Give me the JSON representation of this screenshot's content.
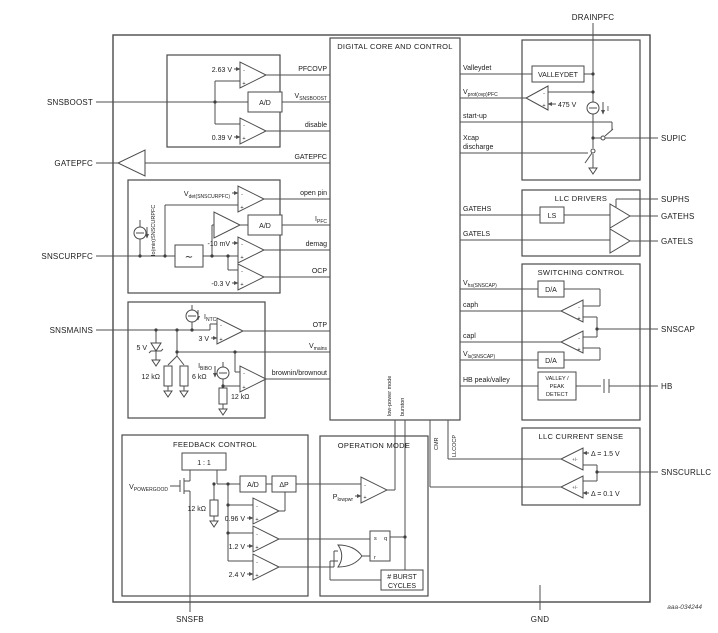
{
  "caption": "aaa-034244",
  "sym": {
    "plus": "+",
    "minus": "-"
  },
  "pins": {
    "drainpfc": "DRAINPFC",
    "snsboost": "SNSBOOST",
    "gatepfc": "GATEPFC",
    "snscurpfc": "SNSCURPFC",
    "snsmains": "SNSMAINS",
    "snsfb": "SNSFB",
    "gnd": "GND",
    "supic": "SUPIC",
    "suphs": "SUPHS",
    "gatehs": "GATEHS",
    "gatels": "GATELS",
    "snscap": "SNSCAP",
    "hb": "HB",
    "snscurllc": "SNSCURLLC"
  },
  "core": {
    "title": "DIGITAL CORE AND CONTROL",
    "pfcovp": "PFCOVP",
    "vsnsboost_m": "V",
    "vsnsboost_s": "SNSBOOST",
    "disable": "disable",
    "gatepfc": "GATEPFC",
    "openpin": "open pin",
    "ipfc_m": "I",
    "ipfc_s": "PFC",
    "demag": "demag",
    "ocp": "OCP",
    "otp": "OTP",
    "vmains_m": "V",
    "vmains_s": "mains",
    "brown": "brownin/brownout",
    "valleydet": "Valleydet",
    "vprot_m": "V",
    "vprot_s": "prot(ovp)PFC",
    "startup": "start-up",
    "xcap1": "Xcap",
    "xcap2": "discharge",
    "gatehs": "GATEHS",
    "gatels": "GATELS",
    "vhs_m": "V",
    "vhs_s": "hs(SNSCAP)",
    "caph": "caph",
    "capl": "capl",
    "vls_m": "V",
    "vls_s": "ls(SNSCAP)",
    "hbpv": "HB peak/valley",
    "lowpower": "low-power mode",
    "burston": "burston",
    "cmr": "CMR",
    "llcocp": "LLCOCP"
  },
  "boost": {
    "ref1": "2.63 V",
    "adc": "A/D",
    "ref2": "0.39 V"
  },
  "pfccur": {
    "vdet_m": "V",
    "vdet_s": "det(SNSCURPFC)",
    "adc": "A/D",
    "ref1": "-10 mV",
    "ref2": "-0.3 V",
    "isrc": "Io(min)SNSCURPFC",
    "filter": "∼"
  },
  "mains": {
    "intc_m": "I",
    "intc_s": "NTC",
    "ref3v": "3 V",
    "zener": "5 V",
    "r1": "12 kΩ",
    "r2": "6 kΩ",
    "ibibo_m": "I",
    "ibibo_s": "BIBO",
    "r3": "12 kΩ"
  },
  "fb": {
    "title": "FEEDBACK CONTROL",
    "mirror": "1  :  1",
    "vpg_m": "V",
    "vpg_s": "POWERGOOD",
    "r": "12 kΩ",
    "adc": "A/D",
    "dp": "ΔP",
    "ref1": "0.96 V",
    "ref2": "1.2 V",
    "ref3": "2.4 V"
  },
  "op": {
    "title": "OPERATION MODE",
    "plow_m": "P",
    "plow_s": "lowpwr",
    "s": "s",
    "q": "q",
    "r": "r",
    "burst1": "# BURST",
    "burst2": "CYCLES"
  },
  "su": {
    "valleydet": "VALLEYDET",
    "ref": "475 V",
    "i": "I"
  },
  "drv": {
    "title": "LLC DRIVERS",
    "ls": "LS"
  },
  "sw": {
    "title": "SWITCHING CONTROL",
    "da1": "D/A",
    "da2": "D/A",
    "vp1": "VALLEY /",
    "vp2": "PEAK",
    "vp3": "DETECT"
  },
  "cs": {
    "title": "LLC CURRENT SENSE",
    "ref1": "Δ = 1.5 V",
    "ref2": "Δ = 0.1 V",
    "pm1": "+/-",
    "pm2": "+/-"
  }
}
